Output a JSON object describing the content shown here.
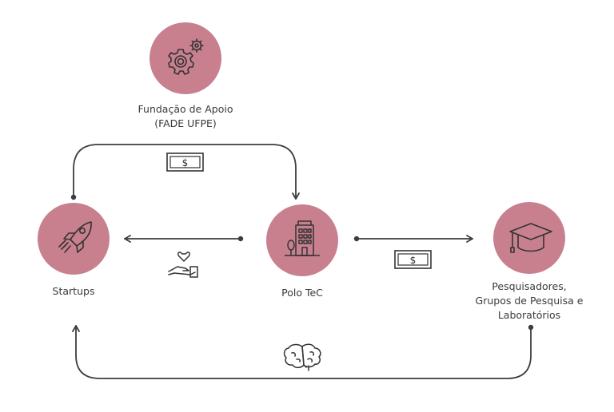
{
  "nodes": {
    "fundacao": {
      "line1": "Fundação de Apoio",
      "line2": "(FADE UFPE)",
      "icon": "gears-icon"
    },
    "startups": {
      "label": "Startups",
      "icon": "rocket-icon"
    },
    "polo": {
      "label": "Polo TeC",
      "icon": "building-icon"
    },
    "pesquisadores": {
      "line1": "Pesquisadores,",
      "line2": "Grupos de Pesquisa e",
      "line3": "Laboratórios",
      "icon": "graduation-cap-icon"
    }
  },
  "flows": {
    "money_symbol": "$",
    "money_icon": "money-bill-icon",
    "support_icon": "hand-heart-icon",
    "knowledge_icon": "brain-icon"
  },
  "colors": {
    "node_fill": "#c8808f",
    "line": "#3d3d3d"
  }
}
